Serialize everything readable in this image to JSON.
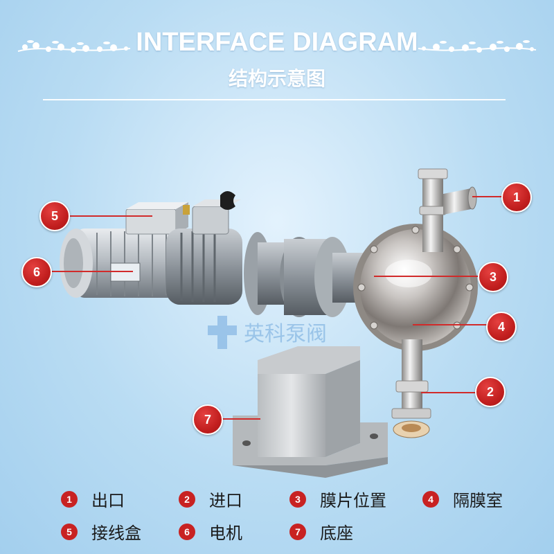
{
  "header": {
    "title_en": "INTERFACE DIAGRAM",
    "title_cn": "结构示意图"
  },
  "watermark": "英科泵阀",
  "callouts": [
    {
      "num": "1"
    },
    {
      "num": "2"
    },
    {
      "num": "3"
    },
    {
      "num": "4"
    },
    {
      "num": "5"
    },
    {
      "num": "6"
    },
    {
      "num": "7"
    }
  ],
  "legend": [
    {
      "num": "1",
      "label": "出口"
    },
    {
      "num": "2",
      "label": "进口"
    },
    {
      "num": "3",
      "label": "膜片位置"
    },
    {
      "num": "4",
      "label": "隔膜室"
    },
    {
      "num": "5",
      "label": "接线盒"
    },
    {
      "num": "6",
      "label": "电机"
    },
    {
      "num": "7",
      "label": "底座"
    }
  ],
  "colors": {
    "accent_red": "#c82222",
    "background": "#b9dcf3",
    "title": "#ffffff"
  }
}
